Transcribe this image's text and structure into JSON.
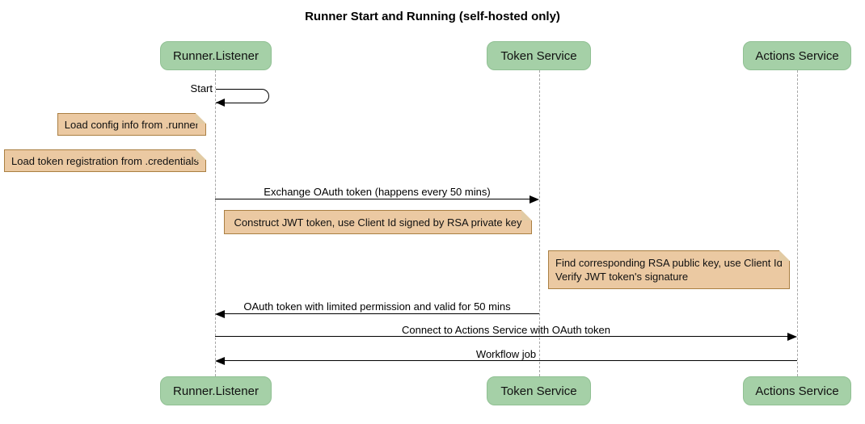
{
  "title": "Runner Start and Running (self-hosted only)",
  "participants": [
    {
      "name": "Runner.Listener"
    },
    {
      "name": "Token Service"
    },
    {
      "name": "Actions Service"
    }
  ],
  "messages": {
    "start": {
      "label": "Start",
      "from": "Runner.Listener",
      "to": "Runner.Listener"
    },
    "exchange": {
      "label": "Exchange OAuth token (happens every 50 mins)",
      "from": "Runner.Listener",
      "to": "Token Service"
    },
    "oauth_return": {
      "label": "OAuth token with limited permission and valid for 50 mins",
      "from": "Token Service",
      "to": "Runner.Listener"
    },
    "connect": {
      "label": "Connect to Actions Service with OAuth token",
      "from": "Runner.Listener",
      "to": "Actions Service"
    },
    "workflow": {
      "label": "Workflow job",
      "from": "Actions Service",
      "to": "Runner.Listener"
    }
  },
  "notes": {
    "config": {
      "text": "Load config info from .runner"
    },
    "credentials": {
      "text": "Load token registration from .credentials"
    },
    "jwt": {
      "text": "Construct JWT token, use Client Id signed by RSA private key"
    },
    "verify": {
      "text": "Find corresponding RSA public key, use Client Id\nVerify JWT token's signature"
    }
  },
  "colors": {
    "actor_fill": "#A5D0A7",
    "actor_border": "#90C093",
    "note_fill": "#EBC9A2",
    "note_border": "#AA7F42",
    "lifeline": "#A6A6A6",
    "arrow": "#000000"
  }
}
